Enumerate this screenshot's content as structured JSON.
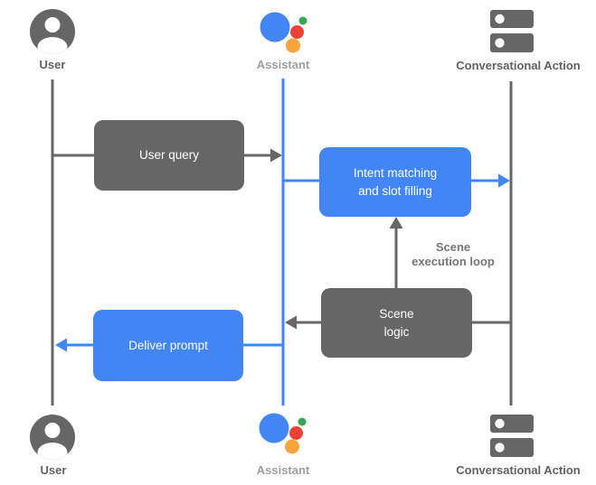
{
  "diagram": {
    "type": "sequence-flow",
    "labels": {
      "user": "User",
      "assistant": "Assistant",
      "conversational_action": "Conversational Action"
    },
    "boxes": {
      "user_query": {
        "label": "User query",
        "color": "gray"
      },
      "intent_matching": {
        "line1": "Intent matching",
        "line2": "and slot filling",
        "color": "blue"
      },
      "scene_logic": {
        "line1": "Scene",
        "line2": "logic",
        "color": "gray"
      },
      "deliver_prompt": {
        "label": "Deliver prompt",
        "color": "blue"
      }
    },
    "annotations": {
      "scene_execution_loop": {
        "line1": "Scene",
        "line2": "execution loop"
      }
    },
    "connectors": [
      {
        "from": "user",
        "to": "assistant",
        "via": "user_query",
        "color": "gray",
        "arrow": "right"
      },
      {
        "from": "assistant",
        "to": "conversational_action",
        "via": "intent_matching",
        "color": "blue",
        "arrow": "right"
      },
      {
        "from": "scene_logic",
        "to": "intent_matching",
        "label": "scene_execution_loop",
        "color": "gray",
        "arrow": "up"
      },
      {
        "from": "conversational_action",
        "to": "assistant",
        "via": "scene_logic",
        "color": "gray",
        "arrow": "left"
      },
      {
        "from": "assistant",
        "to": "user",
        "via": "deliver_prompt",
        "color": "blue",
        "arrow": "left"
      }
    ],
    "icons": {
      "user": "user-icon",
      "assistant": "assistant-logo-icon",
      "conversational_action": "server-icon"
    },
    "palette": {
      "gray": "#666666",
      "blue": "#4285F4",
      "label_dark": "#616161",
      "label_light": "#9E9E9E",
      "annotation_gray": "#757575",
      "assistant_blue": "#4285F4",
      "assistant_red": "#EA4335",
      "assistant_green": "#34A853",
      "assistant_orange": "#F9A43B",
      "white": "#FFFFFF"
    }
  }
}
